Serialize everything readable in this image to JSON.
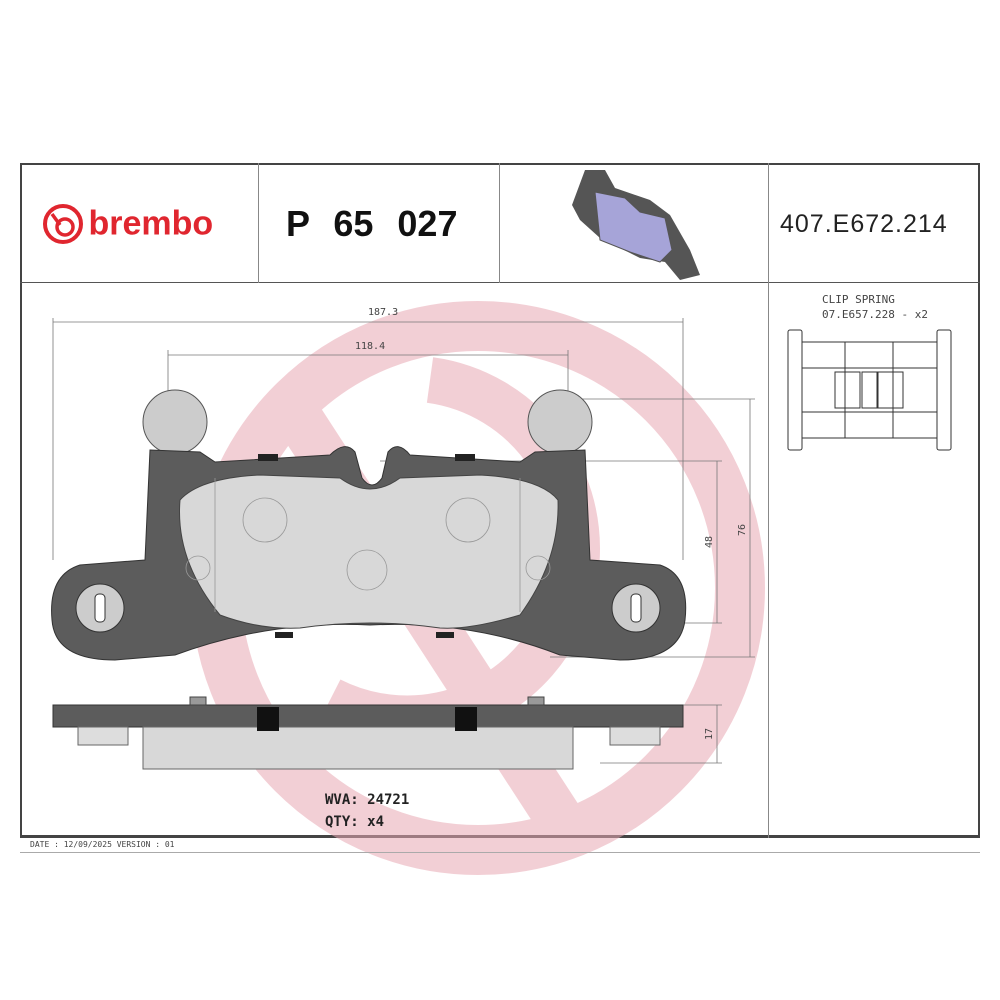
{
  "header": {
    "brand": "brembo",
    "part_number": "P 65 027",
    "reference": "407.E672.214"
  },
  "clip_spring": {
    "title": "CLIP SPRING",
    "code": "07.E657.228 - x2"
  },
  "dimensions": {
    "overall_width": "187.3",
    "inner_width": "118.4",
    "height_friction": "48",
    "height_total": "76",
    "thickness": "17"
  },
  "info": {
    "wva": "WVA: 24721",
    "qty": "QTY: x4"
  },
  "footer": {
    "date_version": "DATE : 12/09/2025 VERSION : 01"
  },
  "colors": {
    "brand_red": "#e0262f",
    "watermark": "#e9a9b4",
    "backing_plate": "#5c5c5c",
    "friction": "#d8d8d8"
  }
}
